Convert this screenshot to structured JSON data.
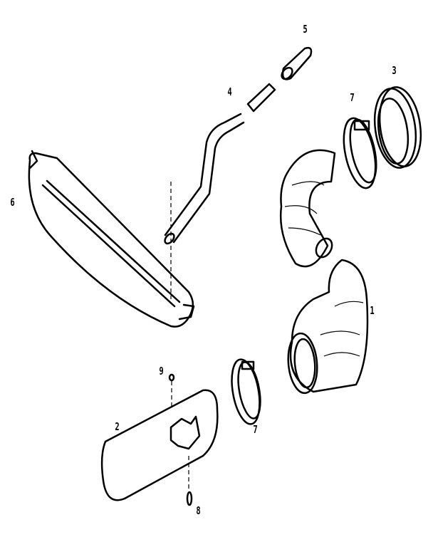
{
  "labels": {
    "part_5": "5",
    "part_4": "4",
    "part_7_top": "7",
    "part_3": "3",
    "part_6": "6",
    "part_1": "1",
    "part_9": "9",
    "part_2": "2",
    "part_7_bottom": "7",
    "part_8": "8"
  }
}
